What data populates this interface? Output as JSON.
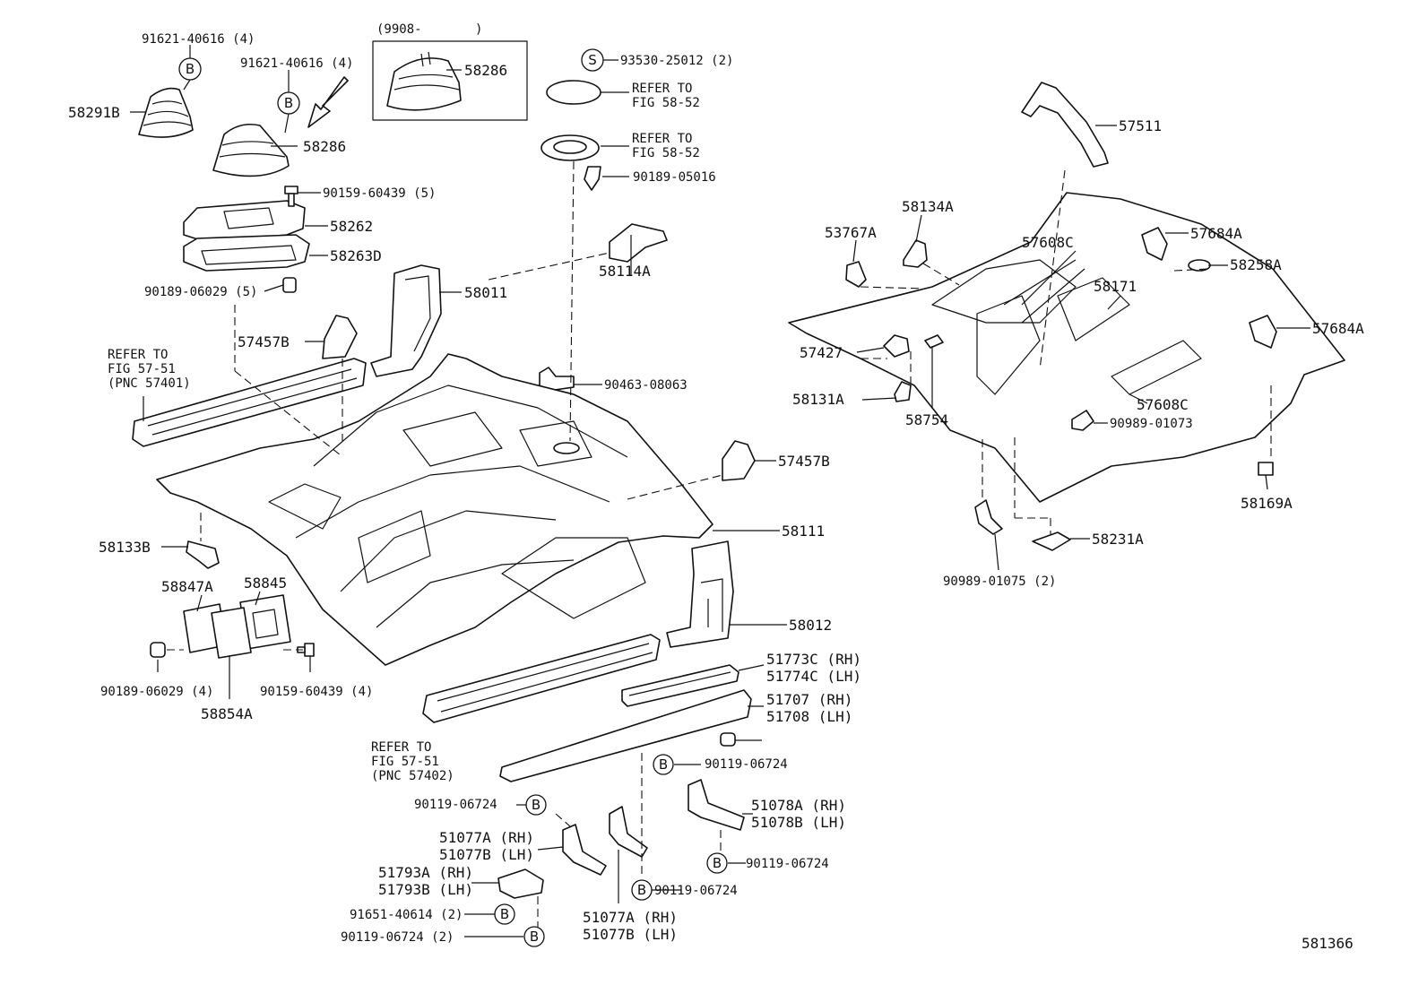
{
  "labels": {
    "p_91621_a": "91621-40616 (4)",
    "p_91621_b": "91621-40616 (4)",
    "p_58291b": "58291B",
    "p_58286a": "58286",
    "p_9908": "(9908-",
    "p_9908_close": ")",
    "p_58286b": "58286",
    "p_93530": "93530-25012 (2)",
    "p_refer_5852_a1": "REFER TO",
    "p_refer_5852_a2": "FIG 58-52",
    "p_refer_5852_b1": "REFER TO",
    "p_refer_5852_b2": "FIG 58-52",
    "p_90189_05016": "90189-05016",
    "p_90159_a": "90159-60439 (5)",
    "p_58262": "58262",
    "p_58263d": "58263D",
    "p_90189_06029a": "90189-06029 (5)",
    "p_58011": "58011",
    "p_58114a": "58114A",
    "p_57457b_a": "57457B",
    "p_refer_5751_a1": "REFER TO",
    "p_refer_5751_a2": "FIG 57-51",
    "p_refer_5751_a3": "(PNC 57401)",
    "p_90463": "90463-08063",
    "p_57457b_b": "57457B",
    "p_58111": "58111",
    "p_58133b": "58133B",
    "p_58847a": "58847A",
    "p_58845": "58845",
    "p_58012": "58012",
    "p_90189_06029b": "90189-06029 (4)",
    "p_90159_b": "90159-60439 (4)",
    "p_58854a": "58854A",
    "p_51773c": "51773C (RH)",
    "p_51774c": "51774C (LH)",
    "p_51707": "51707 (RH)",
    "p_51708": "51708 (LH)",
    "p_refer_5751_b1": "REFER TO",
    "p_refer_5751_b2": "FIG 57-51",
    "p_refer_5751_b3": "(PNC 57402)",
    "p_90119_a": "90119-06724",
    "p_90119_b": "90119-06724",
    "p_51078a": "51078A (RH)",
    "p_51078b": "51078B (LH)",
    "p_51077a_a": "51077A (RH)",
    "p_51077b_a": "51077B (LH)",
    "p_90119_c": "90119-06724",
    "p_51793a": "51793A (RH)",
    "p_51793b": "51793B (LH)",
    "p_90119_d": "90119-06724",
    "p_91651": "91651-40614 (2)",
    "p_90119_e": "90119-06724 (2)",
    "p_51077a_b": "51077A (RH)",
    "p_51077b_b": "51077B (LH)",
    "p_57511": "57511",
    "p_58134a": "58134A",
    "p_53767a": "53767A",
    "p_57608c_a": "57608C",
    "p_57684a_a": "57684A",
    "p_58258a": "58258A",
    "p_58171": "58171",
    "p_57684a_b": "57684A",
    "p_57427": "57427",
    "p_58131a": "58131A",
    "p_58754": "58754",
    "p_57608c_b": "57608C",
    "p_90989_01073": "90989-01073",
    "p_58169a": "58169A",
    "p_58231a": "58231A",
    "p_90989_01075": "90989-01075 (2)",
    "fig_number": "581366"
  },
  "callouts": {
    "bolt_mark": "B",
    "special_mark": "S"
  }
}
